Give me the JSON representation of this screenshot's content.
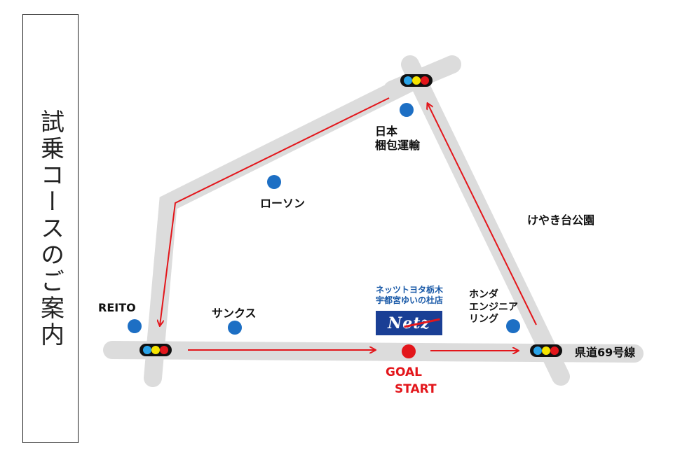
{
  "title": "試乗コースのご案内",
  "dealer": {
    "line1": "ネッツトヨタ栃木",
    "line2": "宇都宮ゆいの杜店",
    "logo_text": "Netz"
  },
  "landmarks": {
    "nihon_line1": "日本",
    "nihon_line2": "梱包運輸",
    "lawson": "ローソン",
    "keyaki": "けやき台公園",
    "reito": "REITO",
    "sunkus": "サンクス",
    "honda_line1": "ホンダ",
    "honda_line2": "エンジニア",
    "honda_line3": "リング",
    "route69": "県道69号線"
  },
  "goal_label": "GOAL",
  "start_label": "START",
  "colors": {
    "road": "#dcdcdc",
    "route": "#e3161b",
    "landmark_dot": "#1d6fc4",
    "signal_blue": "#29a3e8",
    "signal_yellow": "#f5e400",
    "signal_red": "#e3161b",
    "logo_bg": "#1a3f95"
  }
}
